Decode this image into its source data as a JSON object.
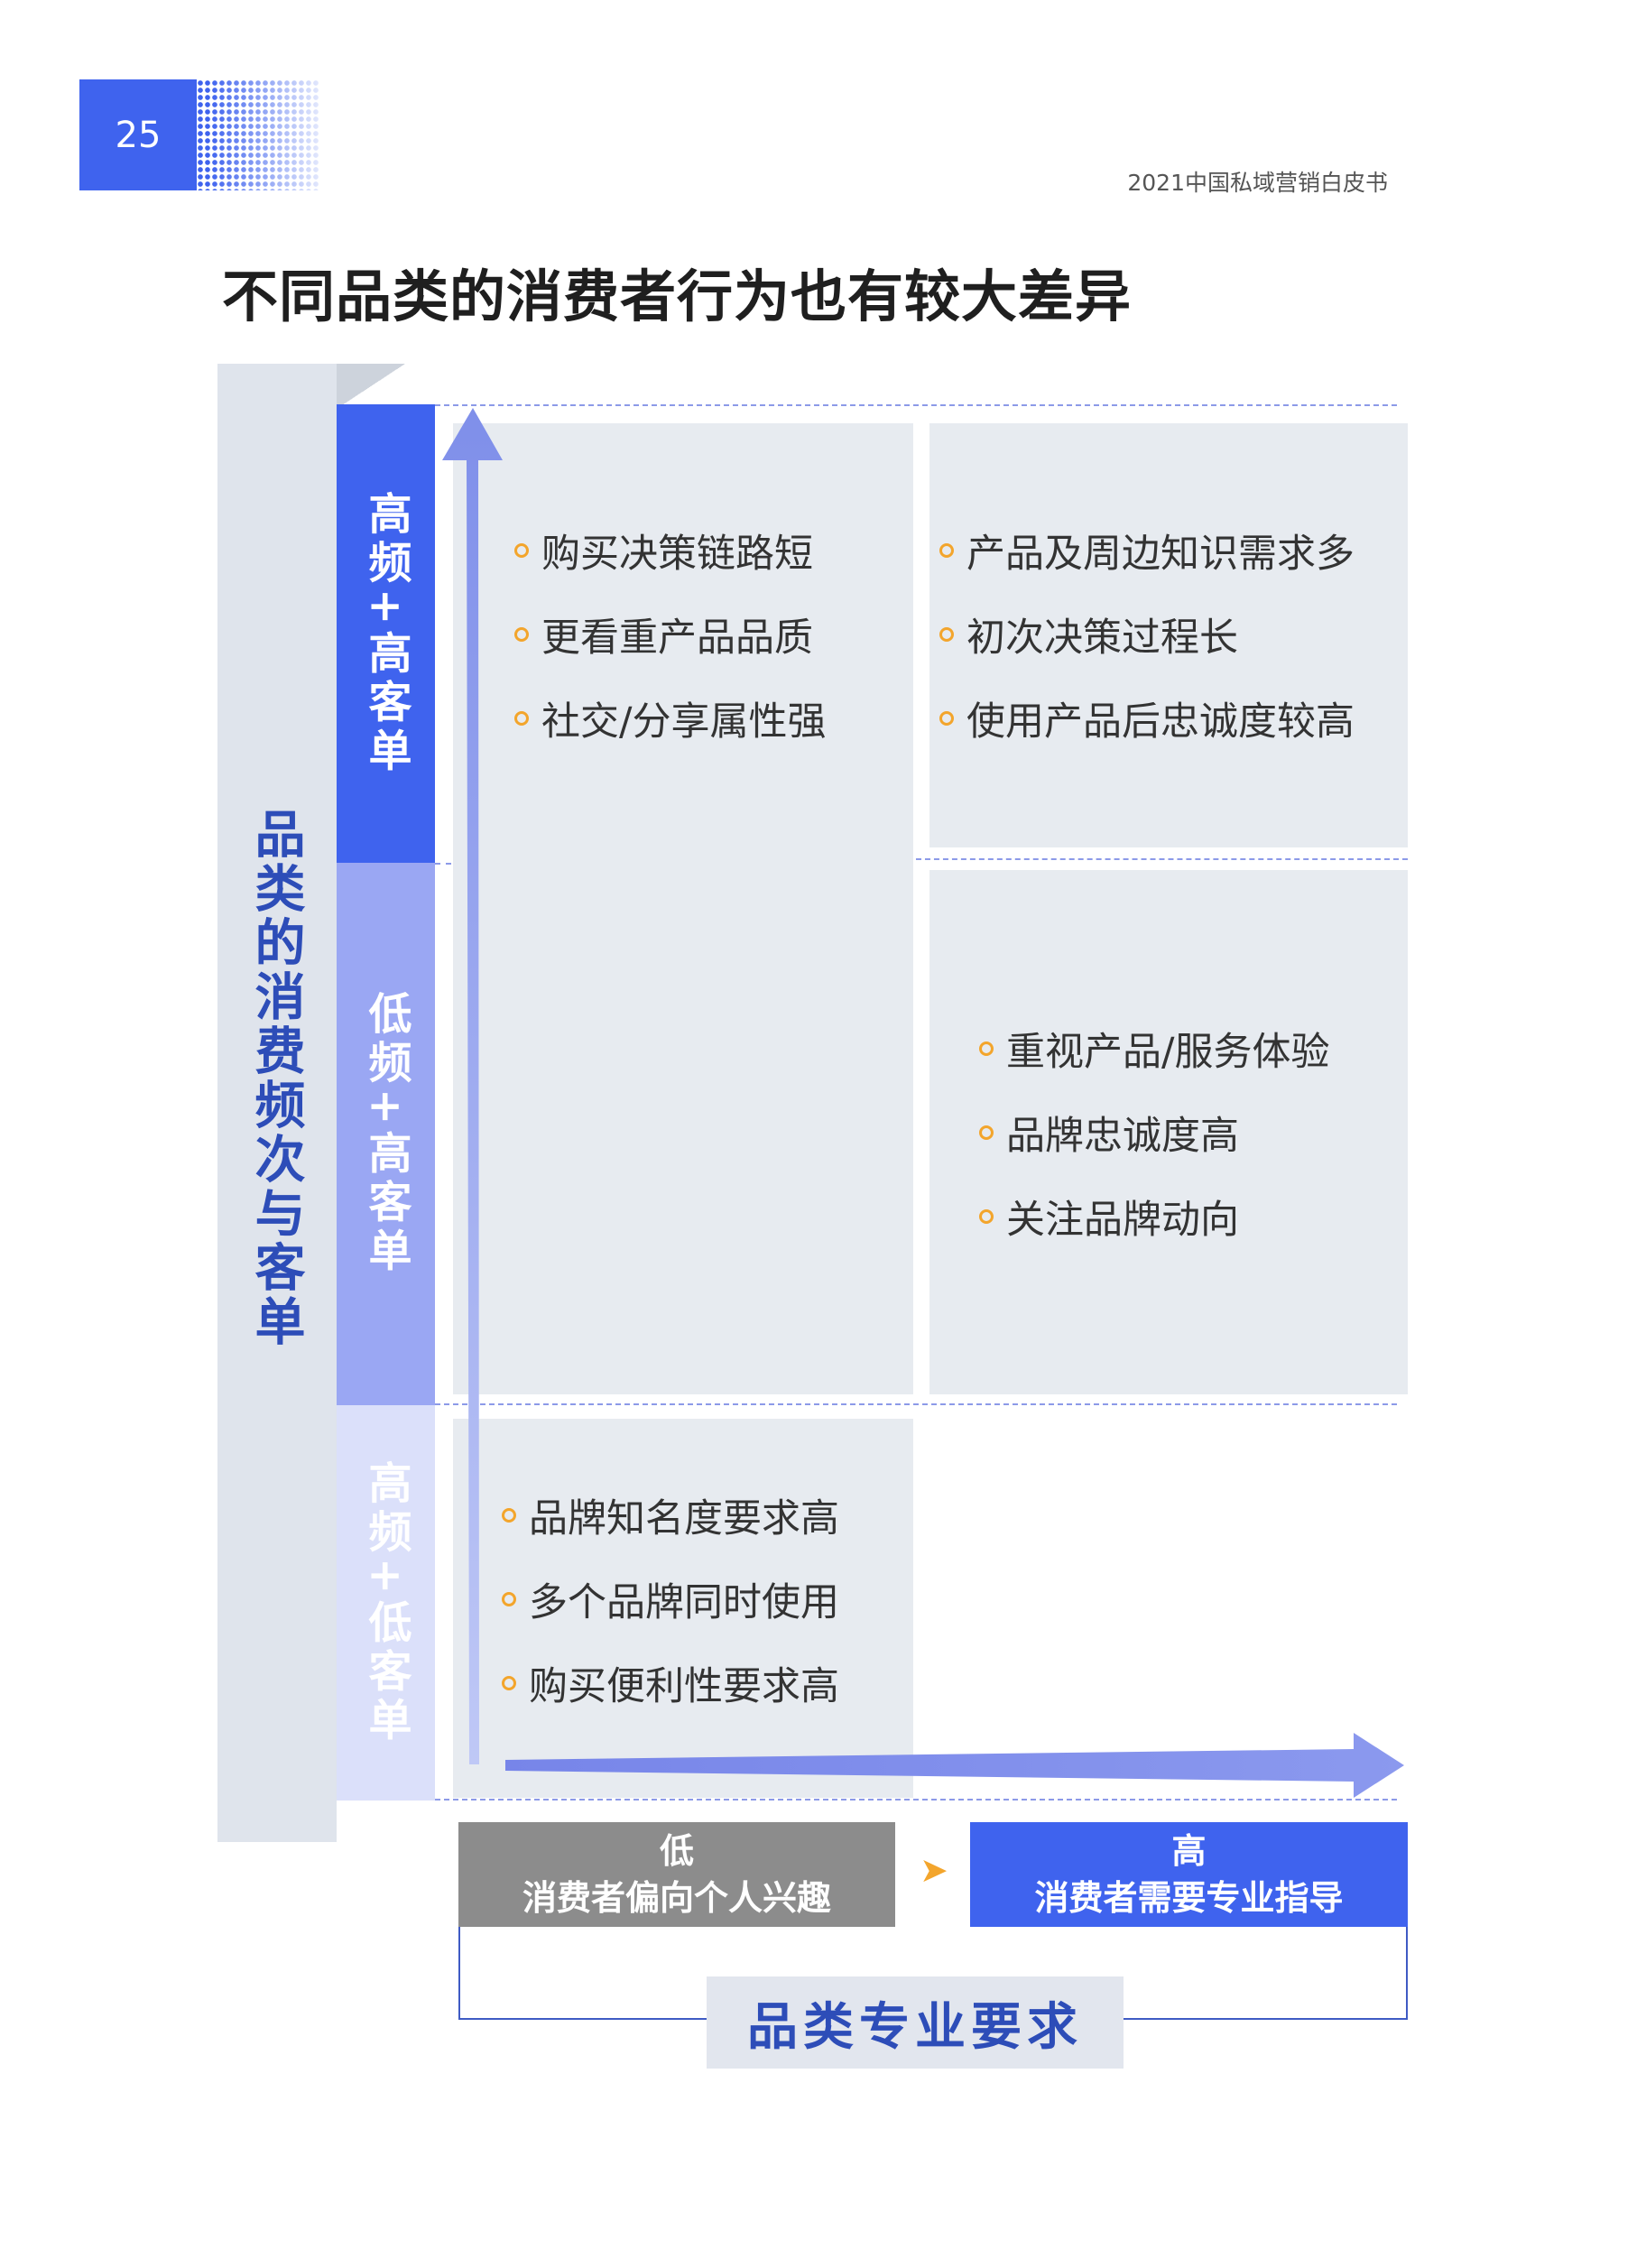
{
  "header": {
    "page_number": "25",
    "doc_title": "2021中国私域营销白皮书"
  },
  "title": "不同品类的消费者行为也有较大差异",
  "y_axis": {
    "label": "品类的消费频次与客单",
    "segments": [
      "高频+高客单",
      "低频+高客单",
      "高频+低客单"
    ]
  },
  "quadrants": {
    "top_left": [
      "购买决策链路短",
      "更看重产品品质",
      "社交/分享属性强"
    ],
    "top_right": [
      "产品及周边知识需求多",
      "初次决策过程长",
      "使用产品后忠诚度较高"
    ],
    "mid_right": [
      "重视产品/服务体验",
      "品牌忠诚度高",
      "关注品牌动向"
    ],
    "bottom_left": [
      "品牌知名度要求高",
      "多个品牌同时使用",
      "购买便利性要求高"
    ]
  },
  "x_axis": {
    "low_title": "低",
    "low_desc": "消费者偏向个人兴趣",
    "high_title": "高",
    "high_desc": "消费者需要专业指导",
    "label": "品类专业要求"
  },
  "colors": {
    "primary": "#3f63ee",
    "accent": "#f3a52c",
    "box": "#e7ebf0",
    "gray": "#8c8c8c"
  }
}
